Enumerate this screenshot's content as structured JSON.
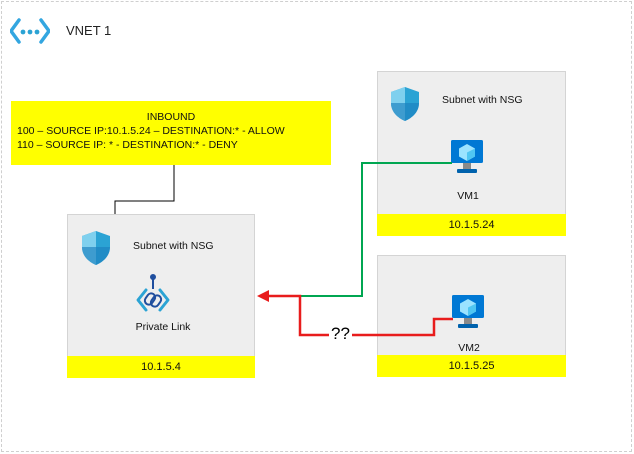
{
  "vnet": {
    "title": "VNET 1",
    "icon": "vnet-icon"
  },
  "rules": {
    "title": "INBOUND",
    "lines": [
      "100 – SOURCE IP:10.1.5.24 – DESTINATION:* - ALLOW",
      "110 – SOURCE IP: * - DESTINATION:* - DENY"
    ]
  },
  "subnets": {
    "left": {
      "label": "Subnet with NSG",
      "ip": "10.1.5.4",
      "resource_label": "Private Link"
    },
    "top_right": {
      "label": "Subnet with NSG",
      "ip": "10.1.5.24",
      "resource_label": "VM1"
    },
    "bottom_right": {
      "ip": "10.1.5.25",
      "resource_label": "VM2"
    }
  },
  "connection_label": "??",
  "colors": {
    "allowed_path": "#00a651",
    "blocked_path": "#e81c1c",
    "highlight": "#ffff00",
    "vm": "#0078d4",
    "shield": "#2ba3d4"
  }
}
